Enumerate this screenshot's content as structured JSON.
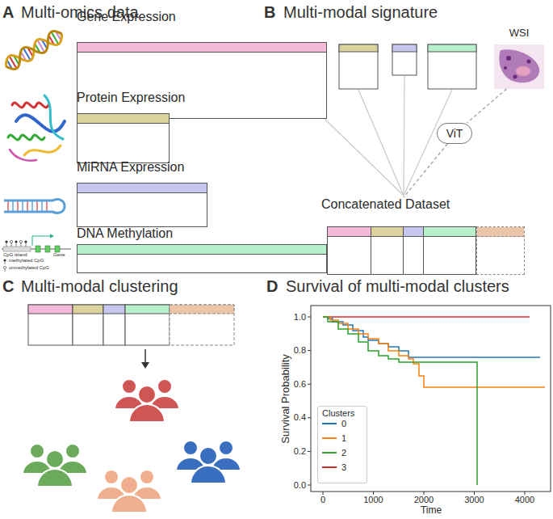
{
  "diagram": {
    "nodes": [
      {
        "text": [
          "Gene Expression"
        ]
      },
      {
        "text": [
          "Protein Expression"
        ]
      },
      {
        "text": [
          "MiRNA Expression"
        ]
      },
      {
        "text": [
          "DNA Methylation"
        ]
      },
      {
        "text": [
          "WSI"
        ]
      },
      {
        "text": [
          "ViT"
        ]
      },
      {
        "text": [
          "Concatenated Dataset"
        ]
      }
    ],
    "edges": [
      {
        "from": 4,
        "to": 5,
        "arrow": "none"
      },
      {
        "from": 5,
        "to": 6,
        "arrow": "none"
      }
    ],
    "labels": [
      "A",
      "Multi-omics data",
      "B",
      "Multi-modal signature",
      "C",
      "Multi-modal clustering",
      "D",
      "Survival of multi-modal clusters",
      "CpG island",
      "Gene",
      "methylated CpG",
      "unmethylated CpG",
      "Clusters",
      "Survival Probability",
      "Time",
      "1.0",
      "0.8",
      "0.6",
      "0.4",
      "0.2",
      "0.0",
      "0",
      "1000",
      "2000",
      "3000",
      "4000"
    ],
    "legend": [
      {
        "text": "0",
        "color": "#1f77b4"
      },
      {
        "text": "1",
        "color": "#ff7f0e"
      },
      {
        "text": "2",
        "color": "#2ca02c"
      },
      {
        "text": "3",
        "color": "#d62728"
      }
    ]
  }
}
